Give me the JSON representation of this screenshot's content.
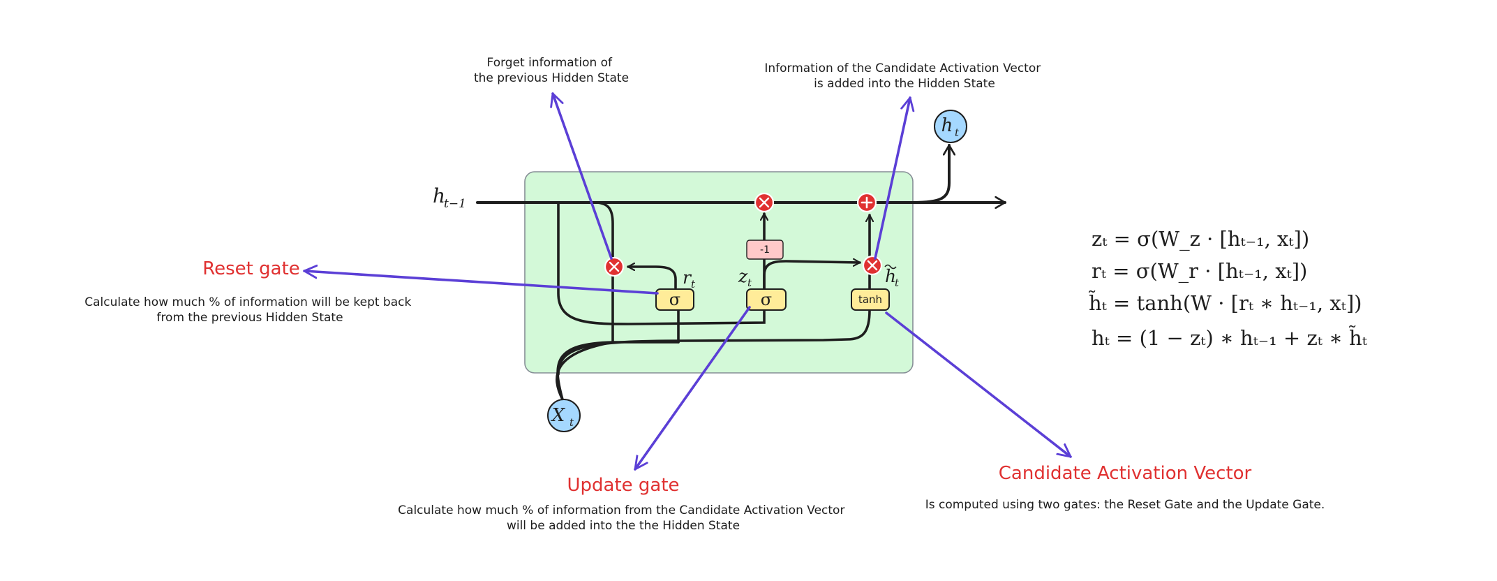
{
  "annotations": {
    "forget": [
      "Forget information of",
      "the previous Hidden State"
    ],
    "candidate_added": [
      "Information of the Candidate Activation Vector",
      "is added into the Hidden State"
    ],
    "reset_title": "Reset gate",
    "reset_desc": [
      "Calculate how much % of information will be kept back",
      "from the previous Hidden State"
    ],
    "update_title": "Update gate",
    "update_desc": [
      "Calculate how much % of information from the Candidate Activation Vector",
      "will be added into the the Hidden State"
    ],
    "candidate_title": "Candidate Activation Vector",
    "candidate_desc": "Is computed using two gates: the Reset Gate and the Update Gate."
  },
  "cell": {
    "gate_sigma": "σ",
    "gate_tanh": "tanh",
    "negate": "-1",
    "input": {
      "base": "X",
      "sub": "t"
    },
    "output": {
      "base": "h",
      "sub": "t"
    },
    "prev_hidden": {
      "base": "h",
      "sub": "t−1"
    },
    "r_label": {
      "base": "r",
      "sub": "t"
    },
    "z_label": {
      "base": "z",
      "sub": "t"
    },
    "htilde_label": {
      "base": "h",
      "sub": "t"
    }
  },
  "equations": [
    "zₜ = σ(W_z · [hₜ₋₁, xₜ])",
    "rₜ = σ(W_r · [hₜ₋₁, xₜ])",
    "h̃ₜ = tanh(W · [rₜ ∗ hₜ₋₁, xₜ])",
    "hₜ = (1 − zₜ) ∗ hₜ₋₁ + zₜ ∗ h̃ₜ"
  ],
  "colors": {
    "cell_fill": "#d3f9d8",
    "cell_stroke": "#868e96",
    "gate_fill": "#ffec99",
    "negate_fill": "#ffc9c9",
    "op_fill": "#e03131",
    "io_fill": "#a5d8ff",
    "arrow_purple": "#5b3fd6",
    "text_red": "#e03131"
  }
}
